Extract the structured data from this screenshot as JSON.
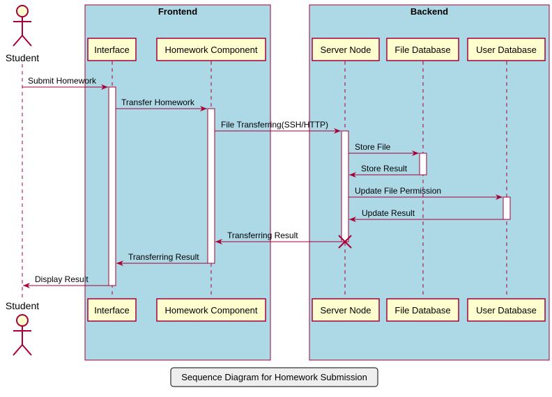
{
  "colors": {
    "accent": "#A80036",
    "box_fill": "#ADD8E6",
    "participant_fill": "#FEFECE",
    "caption_fill": "#EEEEEE"
  },
  "boxes": [
    {
      "id": "frontend",
      "title": "Frontend"
    },
    {
      "id": "backend",
      "title": "Backend"
    }
  ],
  "actor": {
    "name": "Student"
  },
  "participants": [
    {
      "id": "interface",
      "name": "Interface",
      "box": "frontend"
    },
    {
      "id": "homework",
      "name": "Homework Component",
      "box": "frontend"
    },
    {
      "id": "server",
      "name": "Server Node",
      "box": "backend"
    },
    {
      "id": "filedb",
      "name": "File Database",
      "box": "backend"
    },
    {
      "id": "userdb",
      "name": "User Database",
      "box": "backend"
    }
  ],
  "messages": [
    {
      "from": "student",
      "to": "interface",
      "label": "Submit Homework"
    },
    {
      "from": "interface",
      "to": "homework",
      "label": "Transfer Homework"
    },
    {
      "from": "homework",
      "to": "server",
      "label": "File Transferring(SSH/HTTP)"
    },
    {
      "from": "server",
      "to": "filedb",
      "label": "Store File"
    },
    {
      "from": "filedb",
      "to": "server",
      "label": "Store Result"
    },
    {
      "from": "server",
      "to": "userdb",
      "label": "Update File Permission"
    },
    {
      "from": "userdb",
      "to": "server",
      "label": "Update Result"
    },
    {
      "from": "server",
      "to": "homework",
      "label": "Transferring Result",
      "destroy_source": true
    },
    {
      "from": "homework",
      "to": "interface",
      "label": "Transferring Result"
    },
    {
      "from": "interface",
      "to": "student",
      "label": "Display Result"
    }
  ],
  "caption": "Sequence Diagram for Homework Submission"
}
